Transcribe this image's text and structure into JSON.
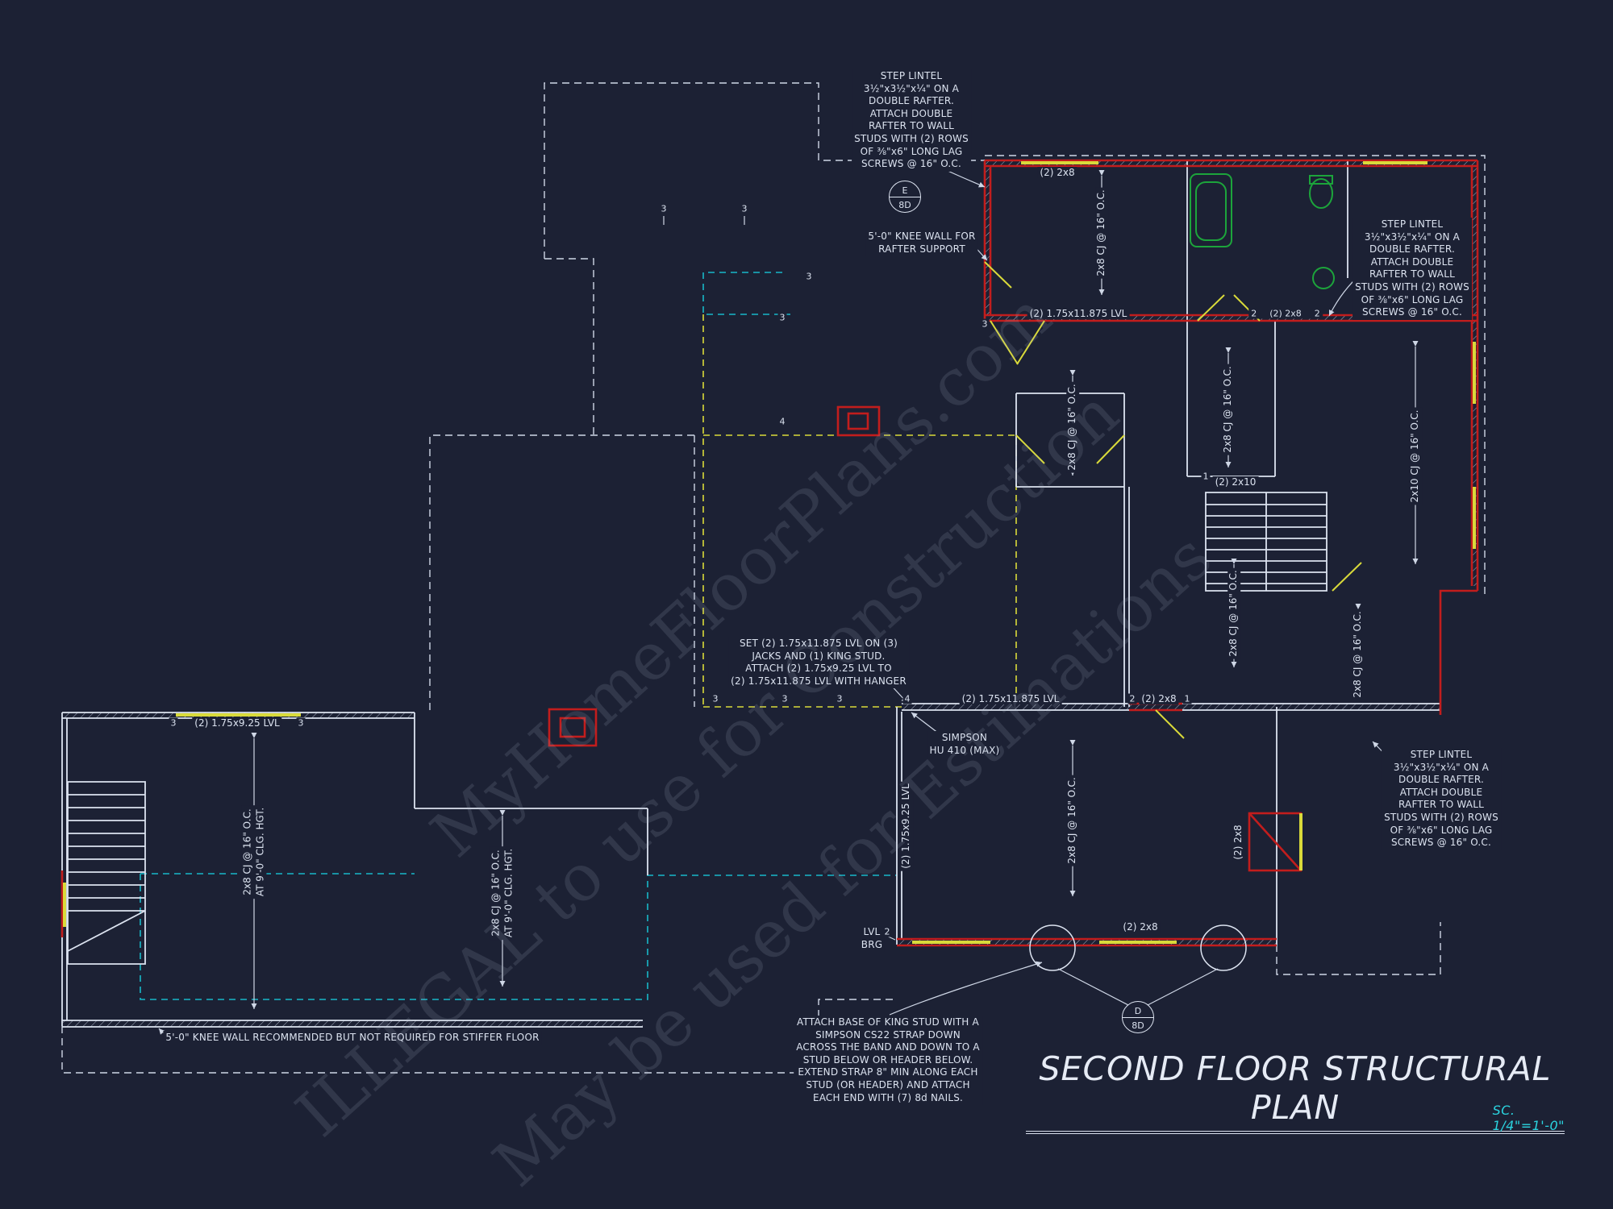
{
  "palette": {
    "background": "#1c2134",
    "lines": "#dce3f0",
    "dashed": "#cfd7e6",
    "red": "#c21d1d",
    "yellow": "#d9da3a",
    "cyan": "#17b8c9",
    "green": "#1ca43b",
    "watermark": "#aeb8cc"
  },
  "title": {
    "text": "SECOND FLOOR STRUCTURAL PLAN",
    "scale": "SC. 1/4\"=1'-0\""
  },
  "watermark": {
    "line1": "MyHomeFloorPlans.com",
    "line2": "ILLEGAL to use for Construction",
    "line3": "May be used for Estimations"
  },
  "notes": {
    "step_lintel": "STEP LINTEL\n3½\"x3½\"x¼\" ON A\nDOUBLE RAFTER.\nATTACH DOUBLE\nRAFTER TO WALL\nSTUDS WITH (2) ROWS\nOF ⅜\"x6\" LONG LAG\nSCREWS @ 16\" O.C.",
    "knee_wall_rafter": "5'-0\" KNEE WALL FOR\nRAFTER SUPPORT",
    "set_lvl": "SET (2) 1.75x11.875 LVL ON (3)\nJACKS AND (1) KING STUD.\nATTACH (2) 1.75x9.25 LVL TO\n(2) 1.75x11.875 LVL WITH HANGER",
    "simpson": "SIMPSON\nHU 410 (MAX)",
    "lvl_brg": "LVL\nBRG",
    "strap": "ATTACH BASE OF KING STUD WITH A\nSIMPSON CS22 STRAP DOWN\nACROSS THE BAND AND DOWN TO A\nSTUD BELOW OR HEADER BELOW.\nEXTEND STRAP 8\" MIN ALONG EACH\nSTUD (OR HEADER) AND ATTACH\nEACH END WITH (7) 8d NAILS.",
    "knee_wall_floor": "5'-0\" KNEE WALL RECOMMENDED BUT NOT REQUIRED FOR STIFFER FLOOR"
  },
  "labels": {
    "cj_2x8": "2x8 CJ @ 16\" O.C.",
    "cj_2x10": "2x10 CJ @ 16\" O.C.",
    "cj_2x8_9ft": "2x8 CJ @ 16\" O.C.\nAT 9'-0\" CLG. HGT.",
    "lvl_11875": "(2) 1.75x11.875 LVL",
    "lvl_925": "(2) 1.75x9.25 LVL",
    "beam_2x8": "(2) 2x8",
    "beam_2x10": "(2) 2x10"
  },
  "markers": {
    "n1": "1",
    "n2": "2",
    "n3": "3",
    "n4": "4",
    "e_top": "E",
    "e_bottom": "8D",
    "d_top": "D",
    "d_bottom": "8D"
  }
}
